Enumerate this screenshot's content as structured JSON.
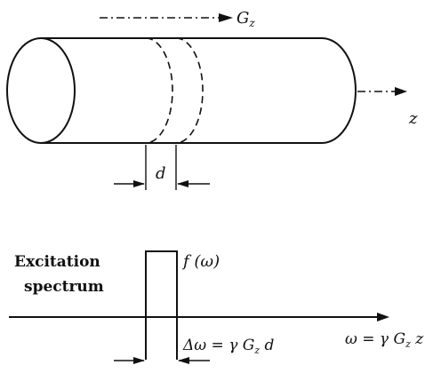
{
  "labels": {
    "gradient": "G",
    "gradient_sub": "z",
    "axis_z": "z",
    "slice_thickness": "d",
    "spectrum_title_line1": "Excitation",
    "spectrum_title_line2": "spectrum",
    "spectrum_function": "f (ω)",
    "bandwidth": "Δω = γ G",
    "bandwidth_sub": "z",
    "bandwidth_tail": " d",
    "freq_axis": "ω = γ G",
    "freq_axis_sub": "z",
    "freq_axis_tail": " z"
  }
}
